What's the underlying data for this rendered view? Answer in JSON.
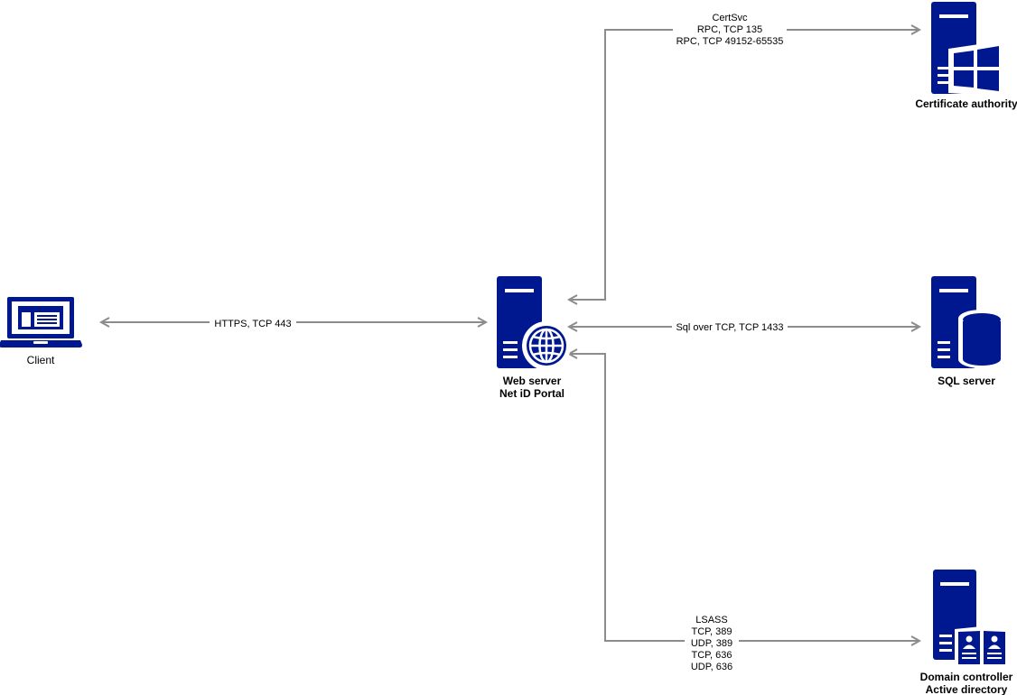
{
  "colors": {
    "icon": "#00188f",
    "connector": "#8c8c8c",
    "background": "#ffffff"
  },
  "nodes": {
    "client": {
      "label": "Client",
      "icon": "laptop-icon"
    },
    "web_server": {
      "label_line1": "Web server",
      "label_line2": "Net iD Portal",
      "icon": "web-server-icon"
    },
    "certificate_authority": {
      "label": "Certificate authority",
      "icon": "windows-server-icon"
    },
    "sql_server": {
      "label": "SQL server",
      "icon": "database-server-icon"
    },
    "domain_controller": {
      "label_line1": "Domain controller",
      "label_line2": "Active directory",
      "icon": "directory-server-icon"
    }
  },
  "connections": {
    "client_web": {
      "lines": [
        "HTTPS,  TCP 443"
      ]
    },
    "web_ca": {
      "lines": [
        "CertSvc",
        "RPC, TCP 135",
        "RPC, TCP 49152-65535"
      ]
    },
    "web_sql": {
      "lines": [
        "Sql over TCP, TCP 1433"
      ]
    },
    "web_dc": {
      "lines": [
        "LSASS",
        "TCP, 389",
        "UDP, 389",
        "TCP, 636",
        "UDP, 636"
      ]
    }
  }
}
